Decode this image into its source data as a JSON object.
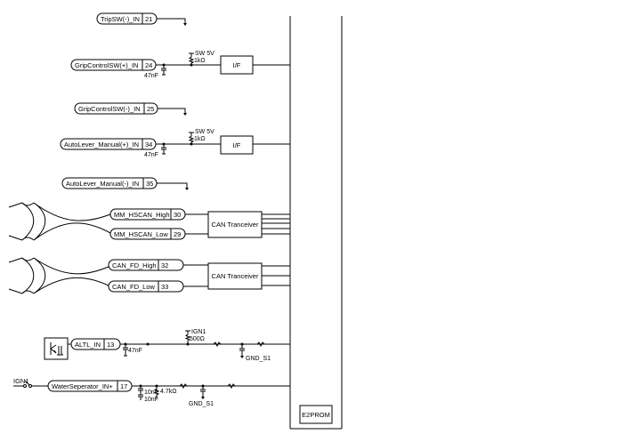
{
  "module_block": {
    "label": "E2PROM"
  },
  "connectors": [
    {
      "signal": "TripSW(-)_IN",
      "pin": "21"
    },
    {
      "signal": "GripControlSW(+)_IN",
      "pin": "24"
    },
    {
      "signal": "GripControlSW(-)_IN",
      "pin": "25"
    },
    {
      "signal": "AutoLever_Manual(+)_IN",
      "pin": "34"
    },
    {
      "signal": "AutoLever_Manual(-)_IN",
      "pin": "35"
    },
    {
      "signal": "MM_HSCAN_High",
      "pin": "30"
    },
    {
      "signal": "MM_HSCAN_Low",
      "pin": "29"
    },
    {
      "signal": "CAN_FD_High",
      "pin": "32"
    },
    {
      "signal": "CAN_FD_Low",
      "pin": "33"
    },
    {
      "signal": "ALTL_IN",
      "pin": "13"
    },
    {
      "signal": "WaterSeperator_IN+",
      "pin": "17"
    }
  ],
  "blocks": {
    "if_label": "I/F",
    "can_transceiver_label": "CAN Tranceiver"
  },
  "components": {
    "sw5v": "SW 5V",
    "r_1k": "1kΩ",
    "c_47nF": "47nF",
    "ign1": "IGN1",
    "r_500": "500Ω",
    "gnd_s1": "GND_S1",
    "c_10nF": "10nF",
    "r_4k7": "4.7kΩ"
  }
}
